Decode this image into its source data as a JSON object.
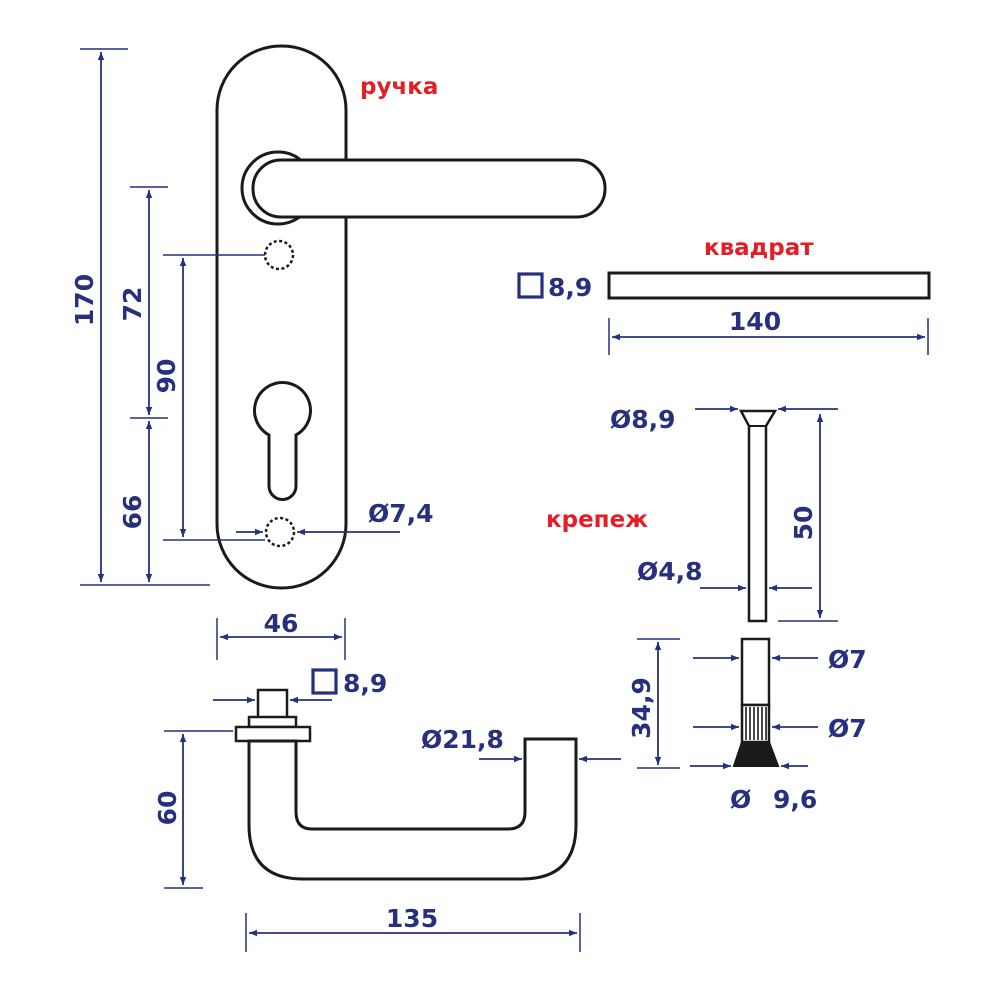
{
  "colors": {
    "dimension": "#26307f",
    "label": "#e21e26",
    "outline": "#1a1a1a"
  },
  "labels": {
    "handle": "ручка",
    "square": "квадрат",
    "fastener": "крепеж"
  },
  "dimensions": {
    "plate_height": "170",
    "upper_height": "72",
    "lower_height": "66",
    "hole_spacing": "90",
    "plate_width": "46",
    "screw_hole_diameter": "Ø7,4",
    "spindle_section": "8,9",
    "spindle_length": "140",
    "bolt_head_diameter": "Ø8,9",
    "bolt_length": "50",
    "bolt_shaft_diameter": "Ø4,8",
    "sleeve_diameter_top": "Ø7",
    "sleeve_diameter_knurl": "Ø7",
    "sleeve_length": "34,9",
    "sleeve_base_diameter": "9,6",
    "handle_square": "8,9",
    "lever_diameter": "Ø21,8",
    "lever_projection": "60",
    "lever_length": "135"
  },
  "symbols": {
    "diameter": "Ø"
  }
}
